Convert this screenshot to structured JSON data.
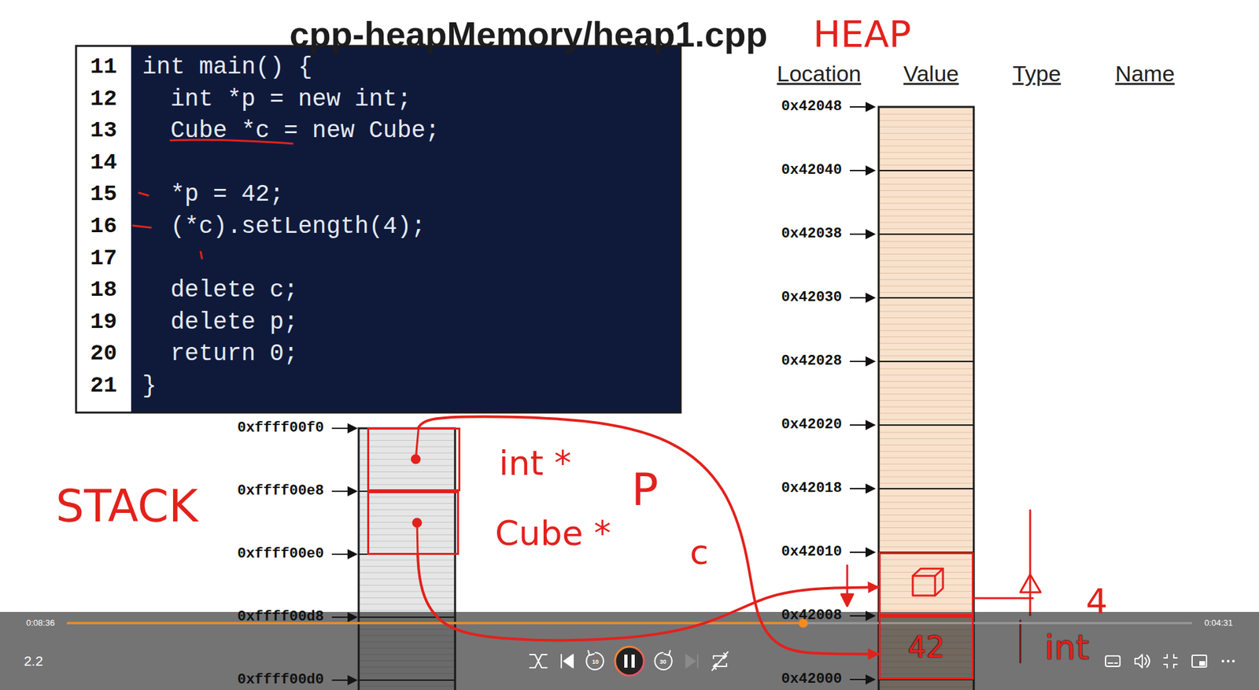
{
  "diagram": {
    "title": "cpp-heapMemory/heap1.cpp",
    "nodes": [
      {
        "text": [
          "int *",
          "P"
        ]
      },
      {
        "text": [
          "Cube *",
          "c"
        ]
      },
      {
        "text": [
          "4"
        ]
      },
      {
        "text": [
          "42",
          "int"
        ]
      }
    ],
    "edges": [
      {
        "from": 0,
        "to": 3,
        "arrow": "to"
      },
      {
        "from": 1,
        "to": 2,
        "arrow": "to"
      }
    ],
    "labels": [
      "HEAP",
      "11",
      "12",
      "13",
      "14",
      "15",
      "16",
      "17",
      "18",
      "19",
      "20",
      "21",
      "int main() {",
      "int *p = new int;",
      "Cube *c = new Cube;",
      "*p = 42;",
      "(*c).setLength(4);",
      "delete c;",
      "delete p;",
      "return 0;",
      "}",
      "Location",
      "Value",
      "Type",
      "Name",
      "0x42048",
      "0x42040",
      "0x42038",
      "0x42030",
      "0x42028",
      "0x42020",
      "0x42018",
      "0x42010",
      "0x42008",
      "0x42000",
      "0xffff00f0",
      "0xffff00e8",
      "0xffff00e0",
      "0xffff00d8",
      "0xffff00d0",
      "STACK",
      "0:08:36",
      "0:04:31",
      "2.2",
      "10",
      "30"
    ]
  }
}
